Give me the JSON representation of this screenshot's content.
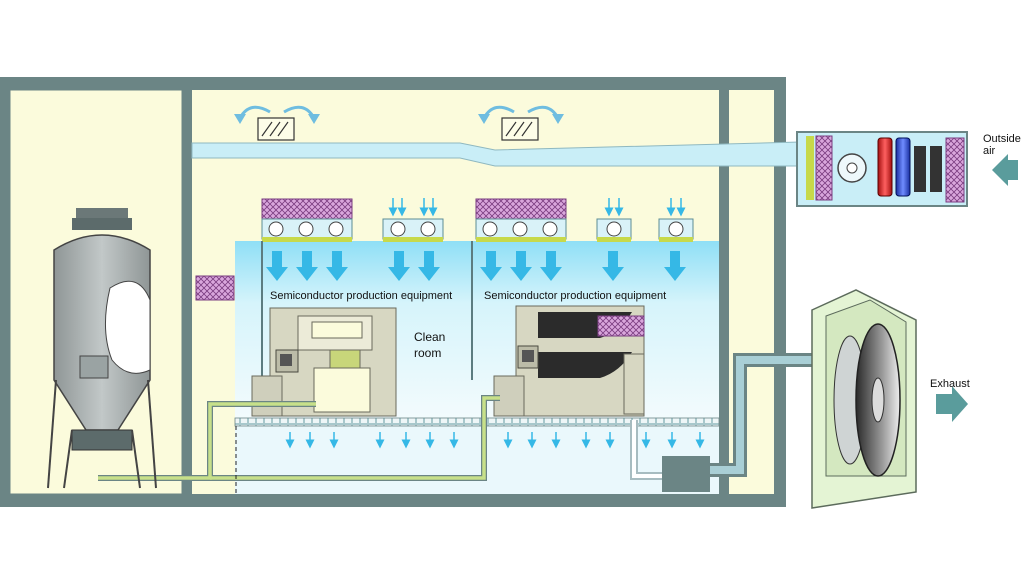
{
  "labels": {
    "outside_air_line1": "Outside",
    "outside_air_line2": "air",
    "exhaust": "Exhaust",
    "equipment_left": "Semiconductor production equipment",
    "equipment_right": "Semiconductor production equipment",
    "clean_room_line1": "Clean",
    "clean_room_line2": "room"
  },
  "colors": {
    "building_outline": "#6b8585",
    "building_fill": "#fbfbdc",
    "clean_room": "#b8ecfa",
    "duct": "#c9eef7",
    "pipe": "#c7e08a",
    "tank": "#a6adad",
    "arrow_blue": "#35b8e6",
    "filter_pink": "#c98ccc",
    "exhaust_arrow": "#5a9c9c"
  }
}
